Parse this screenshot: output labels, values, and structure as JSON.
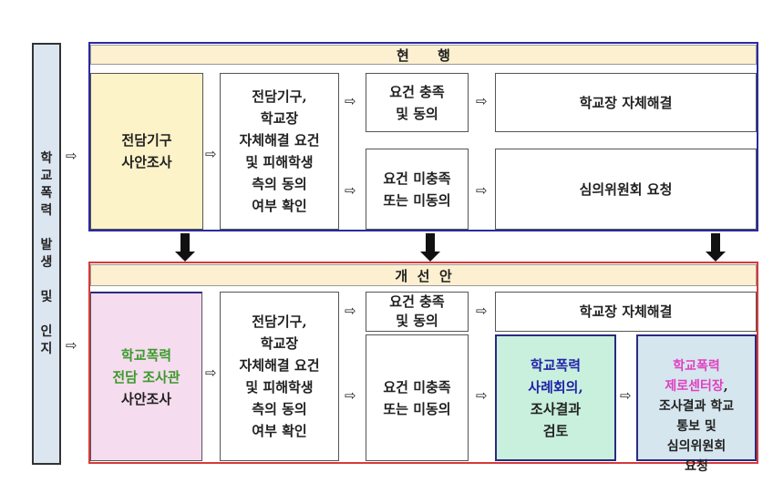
{
  "side_label": "학\n교\n폭\n력\n\n발\n생\n\n및\n\n인\n지",
  "arrow_glyph": "⇨",
  "current": {
    "header": "현      행",
    "investigation": "전담기구\n사안조사",
    "review": "전담기구,\n학교장\n자체해결 요건\n및 피해학생\n측의 동의\n여부 확인",
    "met": "요건 충족\n및 동의",
    "not_met": "요건 미충족\n또는 미동의",
    "self_resolve": "학교장 자체해결",
    "committee": "심의위원회 요청"
  },
  "improved": {
    "header": "개  선  안",
    "investigation_green": "학교폭력\n전담 조사관",
    "investigation_black": "사안조사",
    "review": "전담기구,\n학교장\n자체해결 요건\n및 피해학생\n측의 동의\n여부 확인",
    "met": "요건 충족\n및 동의",
    "not_met": "요건 미충족\n또는 미동의",
    "self_resolve": "학교장 자체해결",
    "case_meeting_blue": "학교폭력\n사례회의,",
    "case_meeting_black": "조사결과\n검토",
    "zero_center_pink": "학교폭력\n제로센터장",
    "zero_center_black": ",\n조사결과 학교\n통보 및\n심의위원회\n요청"
  },
  "colors": {
    "current_border": "#2a2aa0",
    "improved_border": "#d63a3a",
    "yellow": "#fdf3c8",
    "pink": "#f6dcef",
    "green": "#c8f0dc",
    "blue": "#d6e6ef",
    "side": "#dce6f1"
  }
}
